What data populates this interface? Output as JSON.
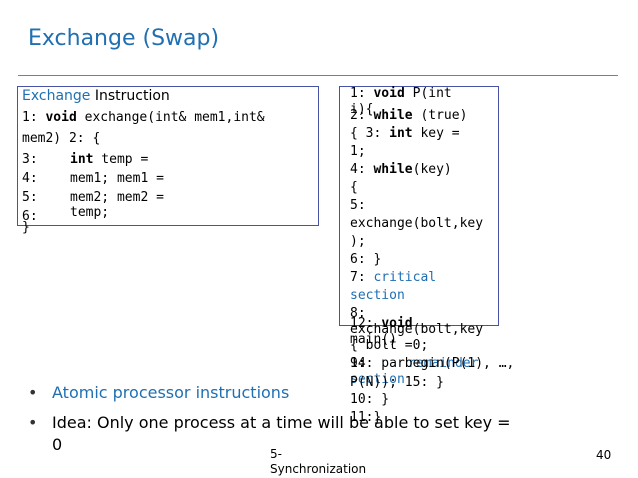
{
  "slide": {
    "title": "Exchange (Swap)",
    "page_number": "40",
    "footer": {
      "line1": "5-",
      "line2": "Synchronization"
    }
  },
  "left_box": {
    "heading_word1": "Exchange",
    "heading_word2": " Instruction",
    "lines": [
      {
        "num": "1:",
        "kw": "void",
        "rest": " exchange(int& mem1,int&"
      },
      {
        "num": "",
        "kw": "",
        "rest": "mem2) 2: {"
      },
      {
        "num": "3:",
        "kw": "int",
        "rest": " temp ="
      },
      {
        "num": "4:",
        "kw": "",
        "rest": "mem1; mem1 ="
      },
      {
        "num": "5:",
        "kw": "",
        "rest": "mem2; mem2 ="
      },
      {
        "num": "6:",
        "kw": "",
        "rest": "temp;"
      },
      {
        "num": "}",
        "kw": "",
        "rest": ""
      }
    ]
  },
  "right_box": {
    "lines": [
      {
        "pre": "1: ",
        "kw": "void",
        "post": " P(int"
      },
      {
        "pre": "i){",
        "kw": "",
        "post": ""
      },
      {
        "pre": "2: ",
        "kw": "while",
        "post": " (true)"
      },
      {
        "pre": "{ 3:   ",
        "kw": "int",
        "post": " key ="
      },
      {
        "pre": "1;",
        "kw": "",
        "post": ""
      },
      {
        "pre": "4:     ",
        "kw": "while",
        "post": "(key)"
      },
      {
        "pre": "{",
        "kw": "",
        "post": ""
      },
      {
        "pre": "5:",
        "kw": "",
        "post": ""
      },
      {
        "pre": "exchange(bolt,key",
        "kw": "",
        "post": ""
      },
      {
        "pre": ");",
        "kw": "",
        "post": ""
      },
      {
        "pre": "6:     }",
        "kw": "",
        "post": ""
      },
      {
        "pre": "7:     ",
        "kw": "",
        "post": "",
        "blue": "critical"
      },
      {
        "pre": "",
        "kw": "",
        "post": "",
        "blue": "section"
      },
      {
        "pre": "8:",
        "kw": "",
        "post": ""
      },
      {
        "pre": "exchange(bolt,key",
        "kw": "",
        "post": ""
      }
    ],
    "overlap_lines": [
      {
        "pre": "12: ",
        "kw": "void",
        "post": ""
      },
      {
        "pre": "main()",
        "kw": "",
        "post": ""
      },
      {
        "pre": "{      bolt =0;",
        "kw": "",
        "post": ""
      },
      {
        "pre": "9:",
        "kw": "",
        "post": "",
        "blue": "remainder"
      },
      {
        "pre": "14:   parbegin(P(1), …,",
        "kw": "",
        "post": ""
      },
      {
        "pre": "",
        "kw": "",
        "post": "",
        "blue": "section"
      },
      {
        "pre": "P(N)); 15: }",
        "kw": "",
        "post": ""
      },
      {
        "pre": "10:  }",
        "kw": "",
        "post": ""
      },
      {
        "pre": "11:}",
        "kw": "",
        "post": ""
      }
    ]
  },
  "bullets": [
    {
      "text": "Atomic processor instructions",
      "color": "#1f6fb2"
    },
    {
      "text": "Idea: Only one process at a time will be able to set key =",
      "color": "#000000"
    },
    {
      "text": "0",
      "color": "#000000"
    }
  ]
}
